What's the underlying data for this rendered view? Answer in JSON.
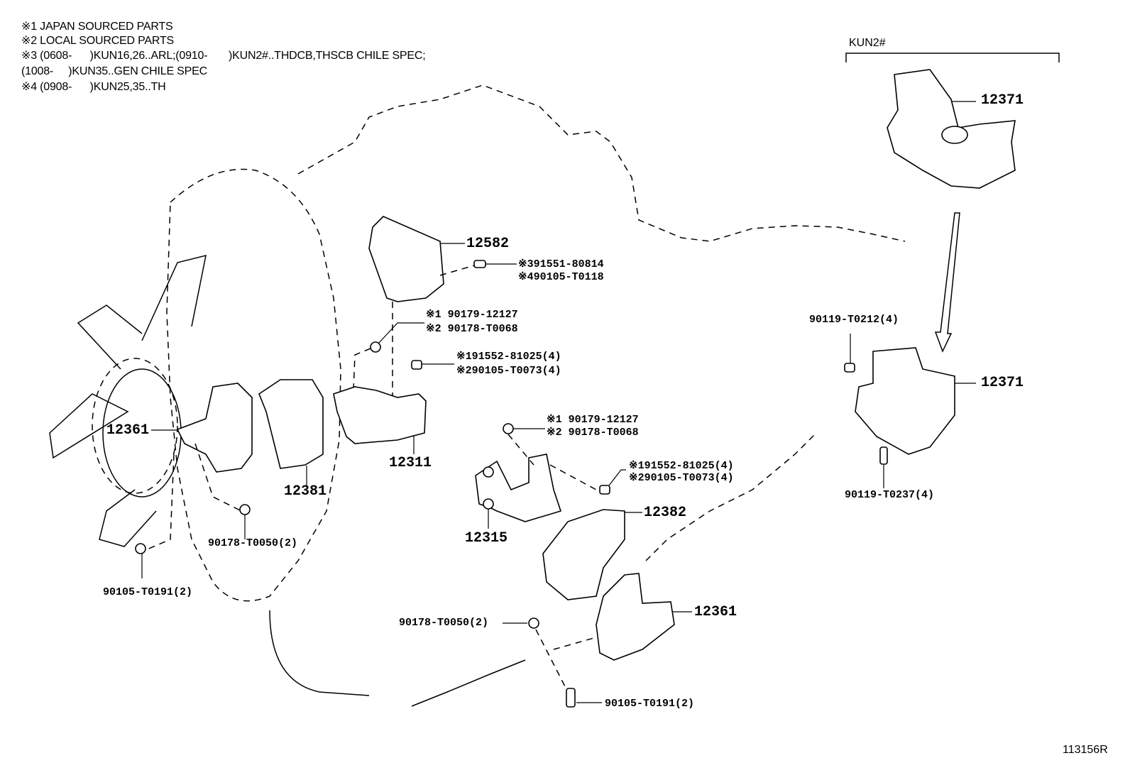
{
  "notes": [
    "※1 JAPAN SOURCED PARTS",
    "※2 LOCAL SOURCED PARTS",
    "※3 (0608-      )KUN16,26..ARL;(0910-       )KUN2#..THDCB,THSCB CHILE SPEC;",
    "(1008-     )KUN35..GEN CHILE SPEC",
    "※4 (0908-      )KUN25,35..TH"
  ],
  "group_label": "KUN2#",
  "figure_number": "113156R",
  "parts": {
    "p12582": "12582",
    "p12582_bolt_a": "※391551-80814",
    "p12582_bolt_b": "※490105-T0118",
    "nut_a1": "※1 90179-12127",
    "nut_a2": "※2 90178-T0068",
    "bolt_a1": "※191552-81025(4)",
    "bolt_a2": "※290105-T0073(4)",
    "p12311": "12311",
    "p12361_left": "12361",
    "p12381": "12381",
    "nut_left": "90178-T0050(2)",
    "bolt_left": "90105-T0191(2)",
    "nut_b1": "※1 90179-12127",
    "nut_b2": "※2 90178-T0068",
    "bolt_b1": "※191552-81025(4)",
    "bolt_b2": "※290105-T0073(4)",
    "p12315": "12315",
    "p12382": "12382",
    "p12361_right": "12361",
    "nut_right": "90178-T0050(2)",
    "bolt_right": "90105-T0191(2)",
    "p12371_top": "12371",
    "p12371_bottom": "12371",
    "bolt_kun_top": "90119-T0212(4)",
    "bolt_kun_bottom": "90119-T0237(4)"
  }
}
